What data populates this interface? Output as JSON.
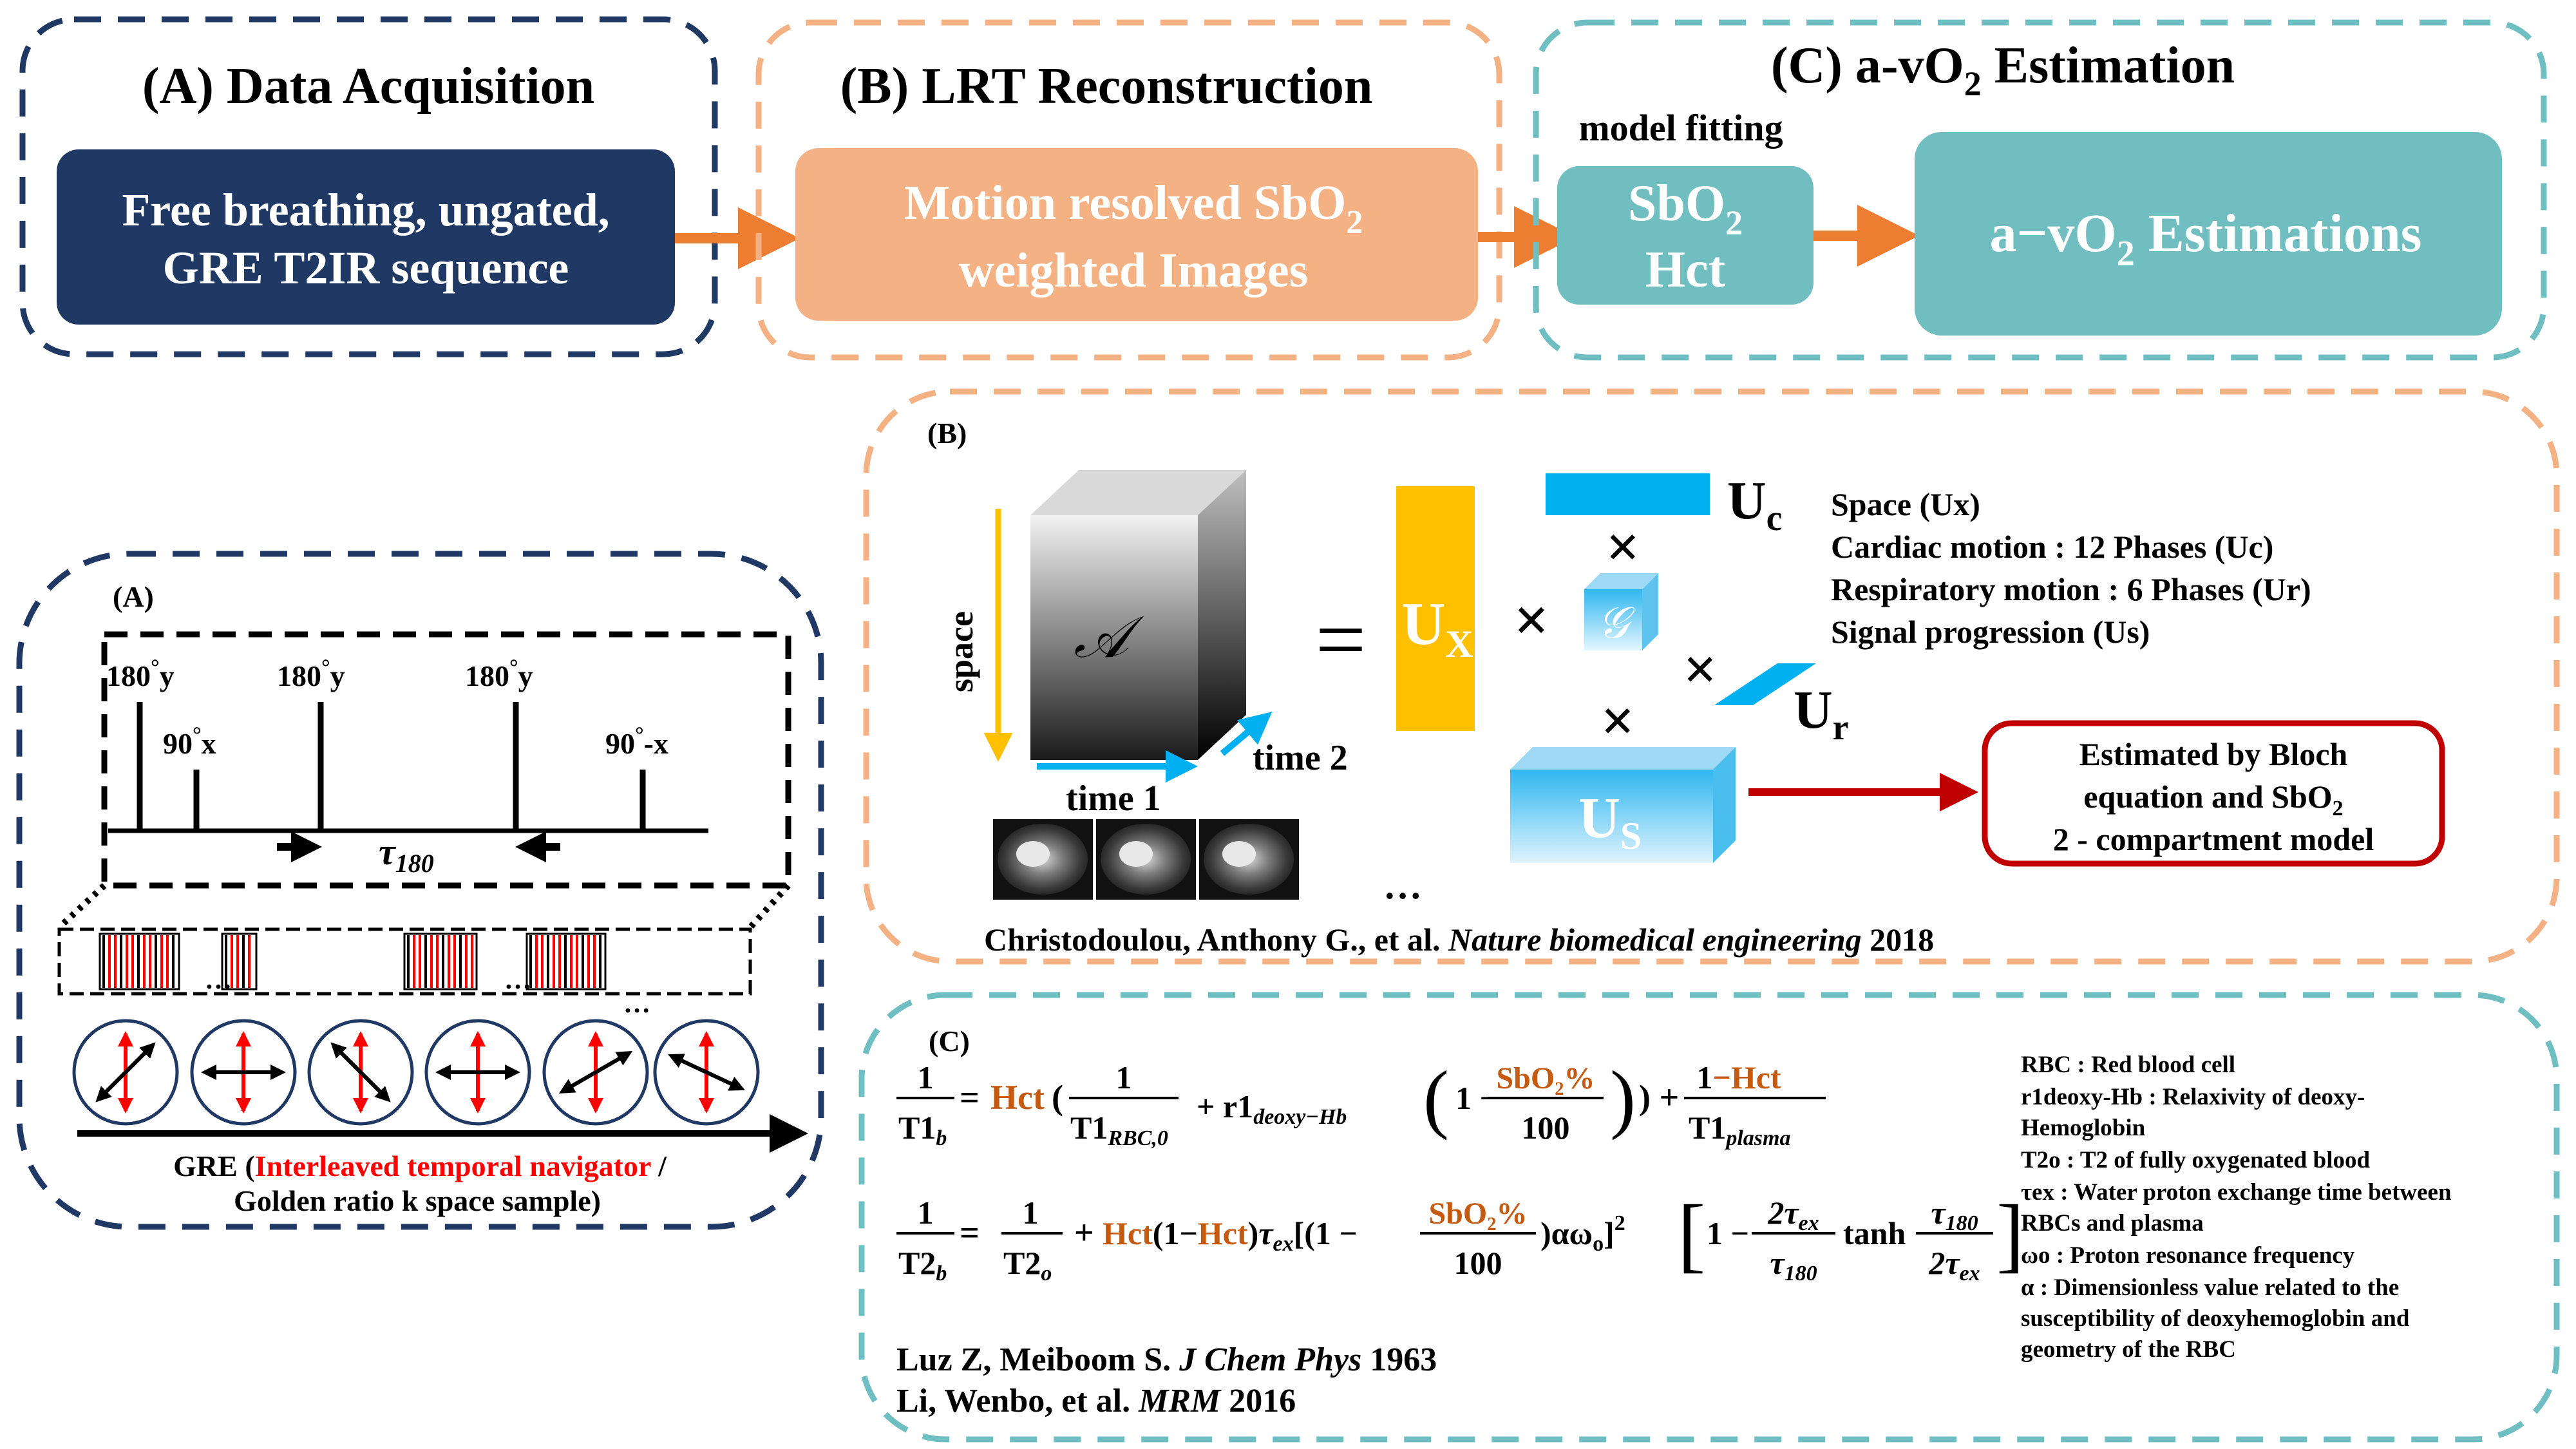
{
  "colors": {
    "navy": "#1f3864",
    "orange": "#f4b183",
    "orange_border": "#f4b183",
    "teal": "#71bec0",
    "teal_border": "#6fbfc2",
    "arrow_orange": "#ed7d31",
    "hct_orange": "#c55a11",
    "red": "#ff0000",
    "dark_red": "#c00000",
    "yellow": "#ffc000",
    "blue": "#00b0f0",
    "light_blue": "#9dd8f5",
    "text_red": "#ff0000"
  },
  "top": {
    "A": {
      "title": "(A) Data Acquisition",
      "line1": "Free breathing, ungated,",
      "line2": "GRE T2IR sequence"
    },
    "B": {
      "title": "(B) LRT Reconstruction",
      "line1": "Motion resolved SbO",
      "sub1": "2",
      "line2": "weighted Images"
    },
    "C": {
      "title_main": "(C) a-vO",
      "title_sub": "2",
      "title_end": " Estimation",
      "model_fitting": "model fitting",
      "sbo2": "SbO",
      "sbo2_sub": "2",
      "hct": "Hct",
      "estim": "a−vO",
      "estim_sub": "2",
      "estim_end": " Estimations"
    }
  },
  "panelA": {
    "label": "(A)",
    "pulse_labels": [
      "180",
      "y",
      "90",
      "x",
      "180",
      "y",
      "180",
      "y",
      "90",
      "-x"
    ],
    "tau": "τ",
    "tau_sub": "180",
    "dots": "…",
    "dots2": "…",
    "dots3": "…",
    "caption_pre": "GRE (",
    "caption_red": "Interleaved temporal navigator",
    "caption_post": " /",
    "caption_line2": "Golden ratio k space sample)"
  },
  "panelB": {
    "label": "(B)",
    "space": "space",
    "A_sym": "𝒜",
    "time1": "time 1",
    "time2": "time 2",
    "equals": "=",
    "ux": "U",
    "ux_sub": "X",
    "times": "×",
    "g_sym": "𝒢",
    "uc": "U",
    "uc_sub": "c",
    "ur": "U",
    "ur_sub": "r",
    "us": "U",
    "us_sub": "S",
    "legend": [
      "Space (Ux)",
      "Cardiac motion : 12 Phases (Uc)",
      "Respiratory motion : 6 Phases (Ur)",
      "Signal progression (Us)"
    ],
    "bloch_line1": "Estimated by Bloch",
    "bloch_line2": "equation and SbO",
    "bloch_sub": "2",
    "bloch_line3": "2 - compartment model",
    "ellipsis": "…",
    "citation_pre": "Christodoulou, Anthony G., et al. ",
    "citation_journal": "Nature biomedical engineering",
    "citation_year": "  2018"
  },
  "panelC": {
    "label": "(C)",
    "one": "1",
    "T1b": "T1",
    "T1b_sub": "b",
    "hct": "Hct",
    "T1rbc": "T1",
    "T1rbc_sub": "RBC,0",
    "r1": "+ r1",
    "r1_sub": "deoxy−Hb",
    "sbo2pct": "SbO₂%",
    "hundred": "100",
    "one_minus_hct": "1−Hct",
    "T1plasma": "T1",
    "T1plasma_sub": "plasma",
    "T2b": "T2",
    "T2b_sub": "b",
    "T2o": "T2",
    "T2o_sub": "o",
    "tau_ex": "τ",
    "tau_ex_sub": "ex",
    "tau180": "τ",
    "tau180_sub": "180",
    "tanh": "tanh",
    "alpha_omega": "αω",
    "omega_sub": "o",
    "cite1_pre": "Luz Z, Meiboom S. ",
    "cite1_journal": "J Chem Phys",
    "cite1_year": " 1963",
    "cite2_pre": "Li, Wenbo, et al. ",
    "cite2_journal": "MRM",
    "cite2_year": " 2016",
    "defs": [
      "RBC : Red blood cell",
      "r1deoxy-Hb : Relaxivity of deoxy-",
      "Hemoglobin",
      "T2o : T2 of fully oxygenated blood",
      "τex  : Water proton exchange time between",
      "RBCs and plasma",
      "ωo  : Proton resonance frequency",
      "α     : Dimensionless value related to the",
      "susceptibility of deoxyhemoglobin and",
      "geometry of the RBC"
    ]
  }
}
